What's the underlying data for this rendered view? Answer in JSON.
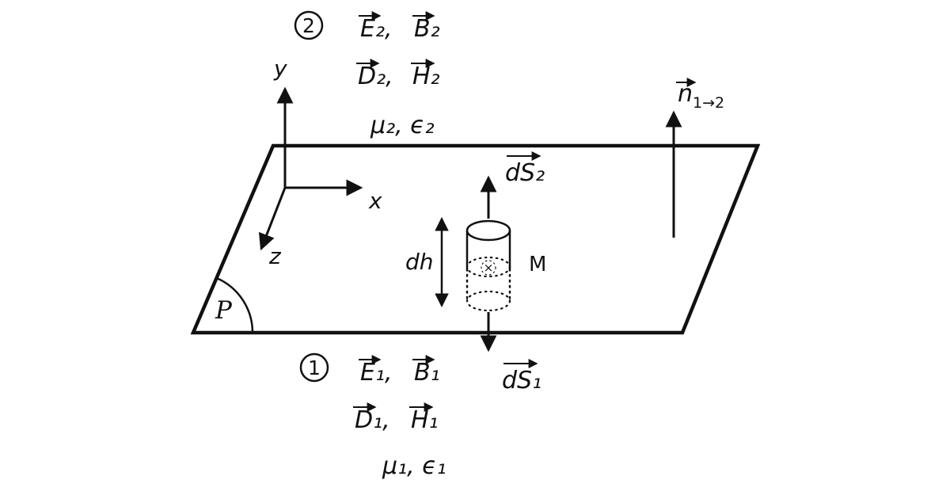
{
  "figure": {
    "region2": {
      "number": "2",
      "fields_row1": [
        "E₂,",
        "B₂"
      ],
      "fields_row2": [
        "D₂,",
        "H₂"
      ],
      "materials": "μ₂, ϵ₂"
    },
    "region1": {
      "number": "1",
      "fields_row1": [
        "E₁,",
        "B₁"
      ],
      "fields_row2": [
        "D₁,",
        "H₁"
      ],
      "materials": "μ₁,  ϵ₁"
    },
    "axes": {
      "x": "x",
      "y": "y",
      "z": "z"
    },
    "normal": {
      "letter": "n",
      "subscript": "1→2"
    },
    "pillbox": {
      "ds_top": "dS₂",
      "ds_bottom": "dS₁",
      "height": "dh",
      "label": "M",
      "cross": "×"
    },
    "plane": {
      "label": "P"
    },
    "colors": {
      "ink": "#111111",
      "background": "#ffffff"
    }
  }
}
